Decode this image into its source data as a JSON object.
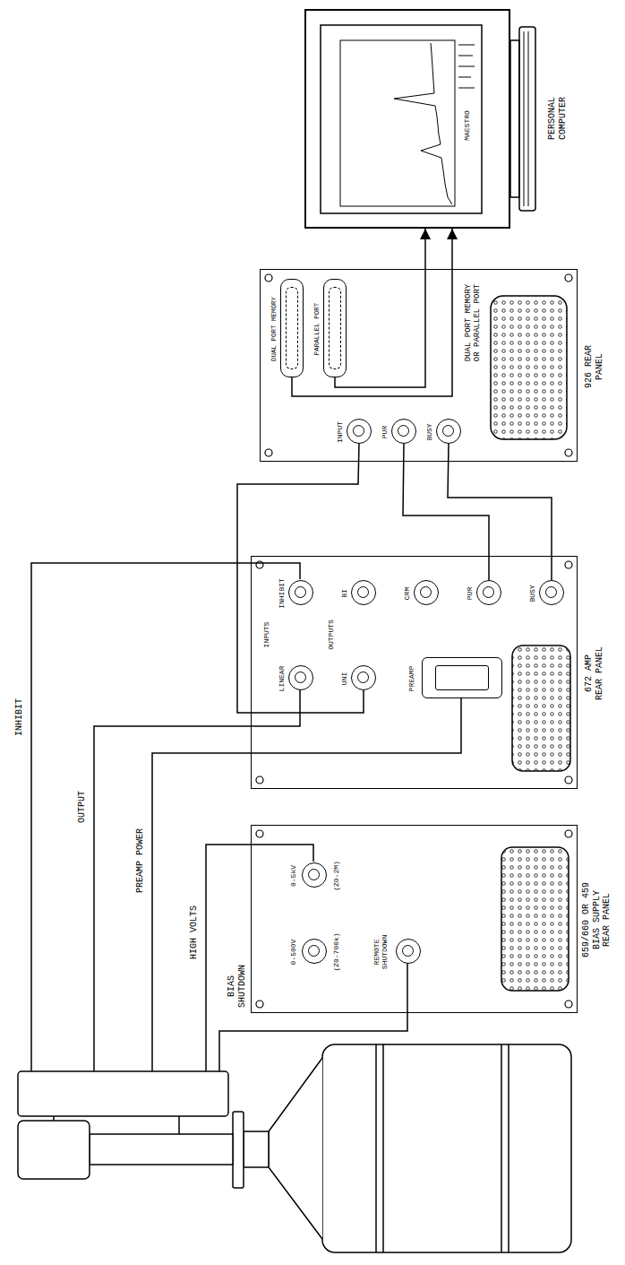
{
  "diagram": {
    "nodes": [
      {
        "text": [
          "PERSONAL COMPUTER"
        ]
      },
      {
        "text": [
          "926 REAR PANEL"
        ]
      },
      {
        "text": [
          "DUAL PORT MEMORY"
        ],
        "in": 1
      },
      {
        "text": [
          "PARALLEL PORT"
        ],
        "in": 1
      },
      {
        "text": [
          "INPUT"
        ],
        "in": 1
      },
      {
        "text": [
          "PUR"
        ],
        "in": 1
      },
      {
        "text": [
          "BUSY"
        ],
        "in": 1
      },
      {
        "text": [
          "672 AMP REAR PANEL"
        ]
      },
      {
        "text": [
          "INHIBIT"
        ],
        "in": 7
      },
      {
        "text": [
          "BI"
        ],
        "in": 7
      },
      {
        "text": [
          "CRM"
        ],
        "in": 7
      },
      {
        "text": [
          "PUR"
        ],
        "in": 7
      },
      {
        "text": [
          "BUSY"
        ],
        "in": 7
      },
      {
        "text": [
          "LINEAR"
        ],
        "in": 7
      },
      {
        "text": [
          "UNI"
        ],
        "in": 7
      },
      {
        "text": [
          "PREAMP"
        ],
        "in": 7
      },
      {
        "text": [
          "659/660 OR 459 BIAS SUPPLY REAR PANEL"
        ]
      },
      {
        "text": [
          "0-5kV",
          "(Z0-2M)"
        ],
        "in": 16
      },
      {
        "text": [
          "0-500V",
          "(Z0-700k)"
        ],
        "in": 16
      },
      {
        "text": [
          "REMOTE SHUTDOWN"
        ],
        "in": 16
      }
    ],
    "edges": [
      {
        "from": 2,
        "to": 0,
        "arrow": "to"
      },
      {
        "from": 3,
        "to": 0,
        "arrow": "to"
      },
      {
        "from": 14,
        "to": 4,
        "arrow": "none"
      },
      {
        "from": 11,
        "to": 5,
        "arrow": "none"
      },
      {
        "from": 12,
        "to": 6,
        "arrow": "none"
      }
    ],
    "labels": [
      "MAESTRO",
      "DUAL PORT MEMORY OR PARALLEL PORT",
      "INPUTS",
      "OUTPUTS",
      "INHIBIT",
      "OUTPUT",
      "PREAMP POWER",
      "HIGH VOLTS",
      "BIAS SHUTDOWN"
    ]
  }
}
